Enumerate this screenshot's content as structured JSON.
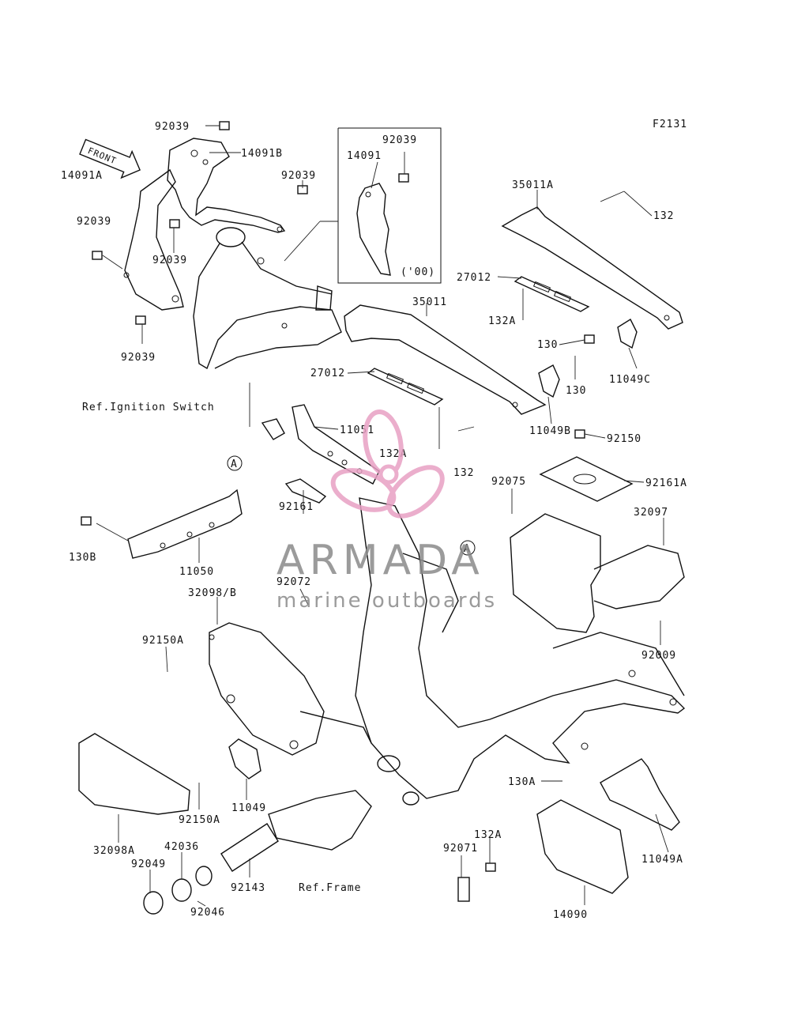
{
  "figure_code": "F2131",
  "front_arrow": "FRONT",
  "parts": [
    {
      "id": "p1",
      "label": "92039"
    },
    {
      "id": "p2",
      "label": "14091B"
    },
    {
      "id": "p3",
      "label": "14091A"
    },
    {
      "id": "p4",
      "label": "92039"
    },
    {
      "id": "p5",
      "label": "92039"
    },
    {
      "id": "p6",
      "label": "92039"
    },
    {
      "id": "p7",
      "label": "92039"
    },
    {
      "id": "p8",
      "label": "14091"
    },
    {
      "id": "p9",
      "label": "92039"
    },
    {
      "id": "p10",
      "label": "('00)"
    },
    {
      "id": "p11",
      "label": "35011A"
    },
    {
      "id": "p12",
      "label": "132"
    },
    {
      "id": "p13",
      "label": "27012"
    },
    {
      "id": "p14",
      "label": "132A"
    },
    {
      "id": "p15",
      "label": "35011"
    },
    {
      "id": "p16",
      "label": "130"
    },
    {
      "id": "p17",
      "label": "130"
    },
    {
      "id": "p18",
      "label": "11049C"
    },
    {
      "id": "p19",
      "label": "27012"
    },
    {
      "id": "p20",
      "label": "Ref.Ignition Switch"
    },
    {
      "id": "p21",
      "label": "11051"
    },
    {
      "id": "p22",
      "label": "11049B"
    },
    {
      "id": "p23",
      "label": "92150"
    },
    {
      "id": "p24",
      "label": "132A"
    },
    {
      "id": "p25",
      "label": "132"
    },
    {
      "id": "p26",
      "label": "92075"
    },
    {
      "id": "p27",
      "label": "92161A"
    },
    {
      "id": "p28",
      "label": "92161"
    },
    {
      "id": "p29",
      "label": "32097"
    },
    {
      "id": "p30",
      "label": "130B"
    },
    {
      "id": "p31",
      "label": "11050"
    },
    {
      "id": "p32",
      "label": "92072"
    },
    {
      "id": "p33",
      "label": "32098/B"
    },
    {
      "id": "p34",
      "label": "92009"
    },
    {
      "id": "p35",
      "label": "92150A"
    },
    {
      "id": "p36",
      "label": "11049"
    },
    {
      "id": "p37",
      "label": "92150A"
    },
    {
      "id": "p38",
      "label": "130A"
    },
    {
      "id": "p39",
      "label": "32098A"
    },
    {
      "id": "p40",
      "label": "42036"
    },
    {
      "id": "p41",
      "label": "92049"
    },
    {
      "id": "p42",
      "label": "92143"
    },
    {
      "id": "p43",
      "label": "Ref.Frame"
    },
    {
      "id": "p44",
      "label": "92046"
    },
    {
      "id": "p45",
      "label": "132A"
    },
    {
      "id": "p46",
      "label": "92071"
    },
    {
      "id": "p47",
      "label": "11049A"
    },
    {
      "id": "p48",
      "label": "14090"
    },
    {
      "id": "p49",
      "label": "A"
    },
    {
      "id": "p50",
      "label": "A"
    }
  ],
  "watermark": {
    "brand": "ARMADA",
    "tagline": "marine outboards",
    "color": "#e8a0c4"
  }
}
